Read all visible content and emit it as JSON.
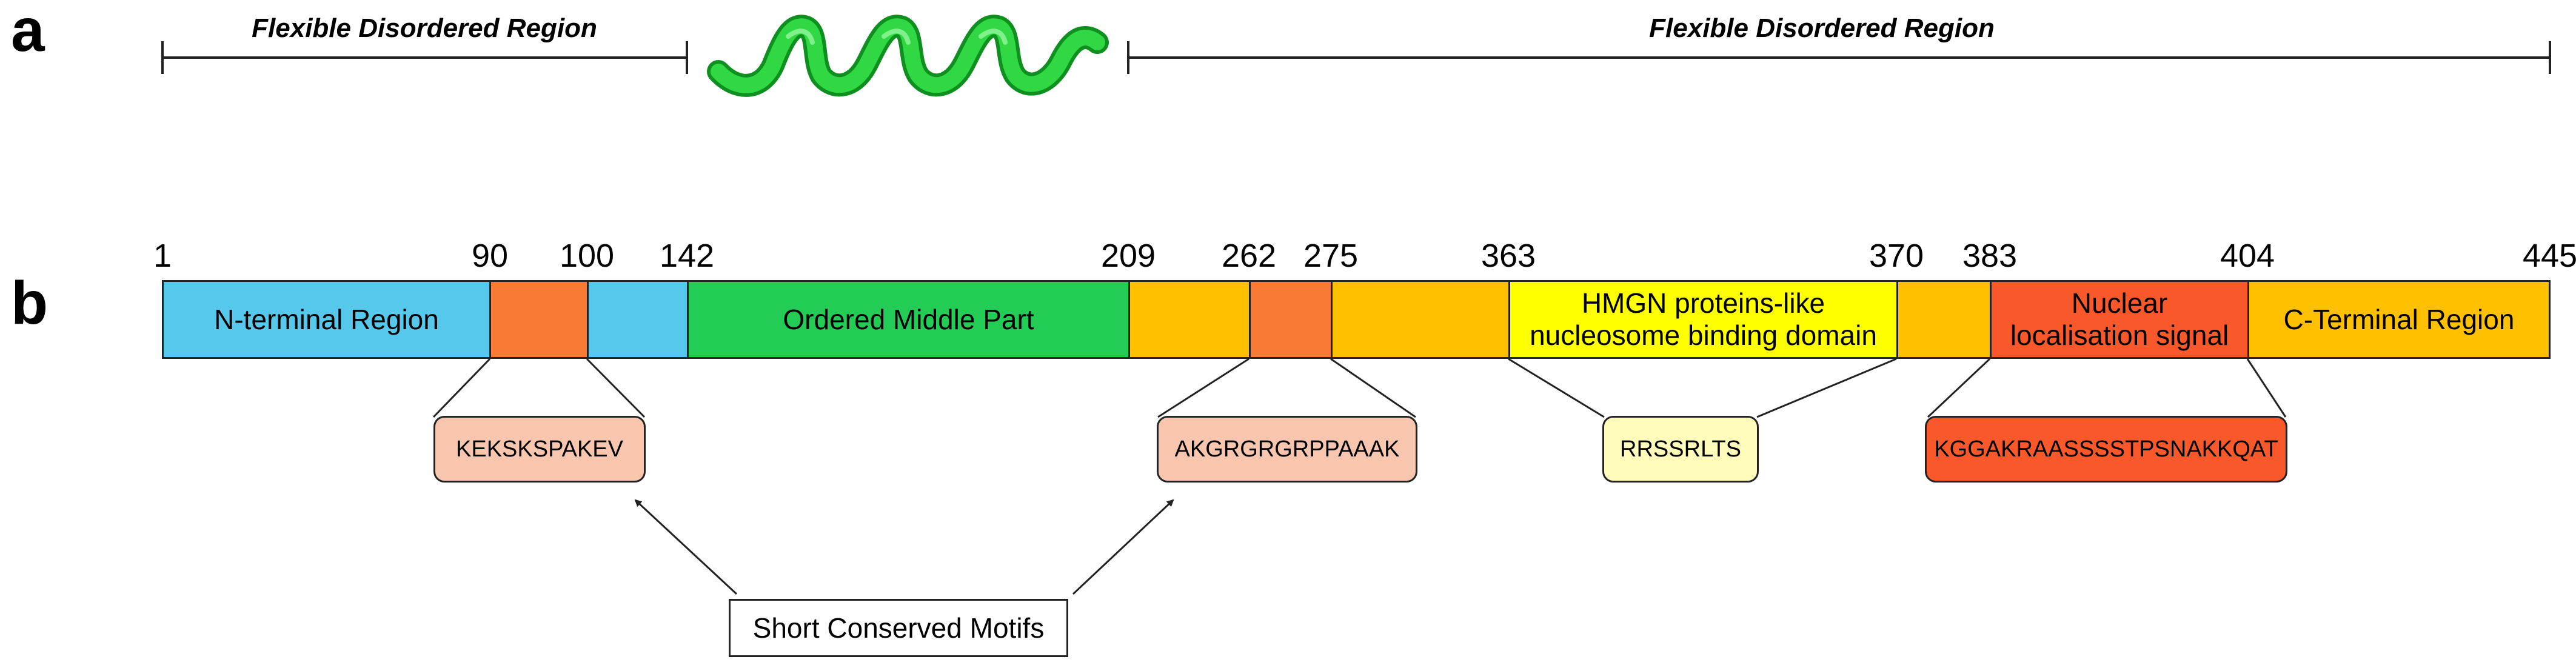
{
  "panels": {
    "a": "a",
    "b": "b"
  },
  "panel_a": {
    "left_region_label": "Flexible Disordered Region",
    "right_region_label": "Flexible Disordered Region"
  },
  "positions": [
    "1",
    "90",
    "100",
    "142",
    "209",
    "262",
    "275",
    "363",
    "370",
    "383",
    "404",
    "445"
  ],
  "segments": {
    "n_terminal": "N-terminal Region",
    "ordered_middle": "Ordered Middle Part",
    "hmgn_line1": "HMGN proteins-like",
    "hmgn_line2": "nucleosome binding domain",
    "nls_line1": "Nuclear",
    "nls_line2": "localisation signal",
    "c_terminal": "C-Terminal Region"
  },
  "motifs": {
    "motif1": "KEKSKSPAKEV",
    "motif2": "AKGRGRGRPPAAAK",
    "motif3": "RRSSRLTS",
    "motif4": "KGGAKRAASSSSTPSNAKKQAT"
  },
  "callout": "Short Conserved Motifs",
  "colors": {
    "blue": "#55c8ec",
    "orange_motif": "#f97a35",
    "green": "#22cc55",
    "amber": "#ffc000",
    "yellow": "#ffff00",
    "red_orange": "#f9582a",
    "peach": "#f8c6ae",
    "pale_yellow": "#fffbbb",
    "helix_green": "#27d13a"
  }
}
